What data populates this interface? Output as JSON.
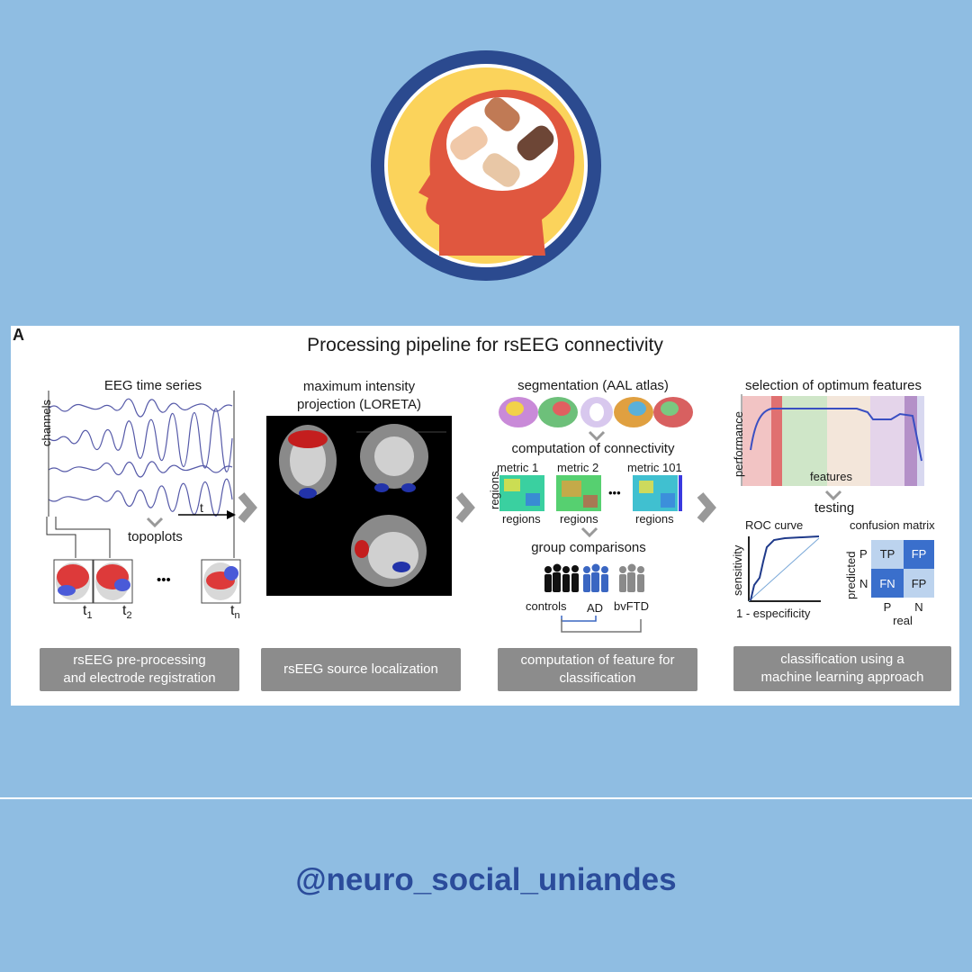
{
  "panel": {
    "letter": "A",
    "title": "Processing pipeline for rsEEG connectivity",
    "stage1": {
      "heading": "EEG time series",
      "axis_channels": "channels",
      "time_label": "t",
      "topoplots": "topoplots",
      "ellipsis": "•••",
      "t_labels": [
        "t",
        "t",
        "t"
      ],
      "t_subs": [
        "1",
        "2",
        "n"
      ],
      "box_line1": "rsEEG pre-processing",
      "box_line2": "and electrode registration"
    },
    "stage2": {
      "heading_line1": "maximum intensity",
      "heading_line2": "projection (LORETA)",
      "box": "rsEEG source localization"
    },
    "stage3": {
      "segmentation": "segmentation (AAL atlas)",
      "connectivity": "computation of connectivity",
      "metrics": [
        "metric 1",
        "metric 2",
        "metric 101"
      ],
      "ellipsis": "•••",
      "regions": "regions",
      "group_comparisons": "group comparisons",
      "groups": [
        "controls",
        "AD",
        "bvFTD"
      ],
      "box_line1": "computation of feature for",
      "box_line2": "classification"
    },
    "stage4": {
      "heading": "selection of optimum features",
      "performance": "performance",
      "features": "features",
      "testing": "testing",
      "roc_title": "ROC curve",
      "sensitivity": "sensitivity",
      "especificity": "1 - especificity",
      "cm_title": "confusion matrix",
      "predicted": "predicted",
      "real": "real",
      "row_labels": [
        "P",
        "N"
      ],
      "col_labels": [
        "P",
        "N"
      ],
      "cells": [
        "TP",
        "FP",
        "FN",
        "FP"
      ],
      "box_line1": "classification using a",
      "box_line2": "machine learning approach"
    }
  },
  "footer": {
    "handle": "@neuro_social_uniandes"
  },
  "colors": {
    "background": "#8fbde2",
    "logo_ring": "#2b4a8f",
    "logo_fill": "#fbd35b",
    "head": "#e0573f",
    "handle": "#2b4c9b",
    "stage_box": "#8c8c8c"
  }
}
